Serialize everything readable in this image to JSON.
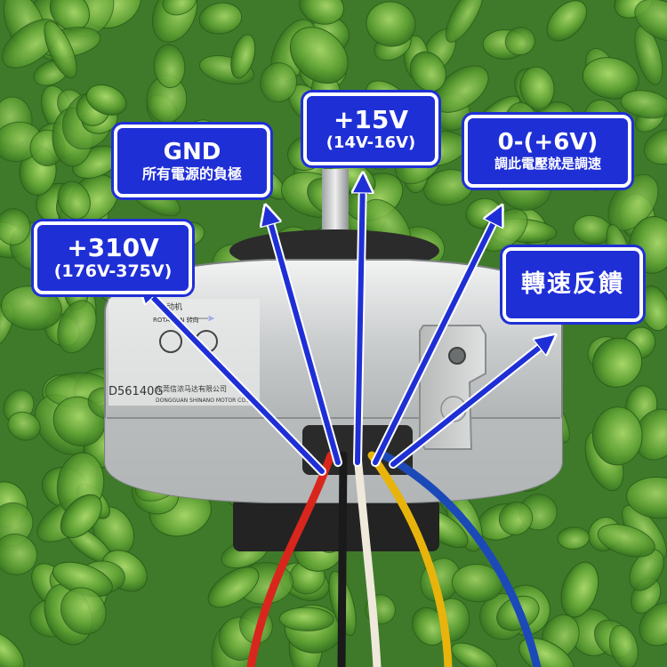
{
  "labels": {
    "v310": {
      "main": "+310V",
      "sub": "(176V-375V)"
    },
    "gnd": {
      "main": "GND",
      "sub": "所有電源的負極"
    },
    "v15": {
      "main": "+15V",
      "sub": "(14V-16V)"
    },
    "v6": {
      "main": "0-(+6V)",
      "sub": "調此電壓就是調速"
    },
    "feedback": {
      "main": "轉速反饋"
    }
  },
  "motor_text": {
    "model": "D56140G",
    "maker_cn": "东莞信浓马达有限公司",
    "maker_en": "DONGGUAN SHINANO MOTOR CO.,LTD.",
    "type_cn": "电动机",
    "rotation": "ROTATION 转向"
  },
  "colors": {
    "callout_fill": "#1f2fd6",
    "callout_border": "#ffffff",
    "arrow": "#1f2fd6",
    "wire_red": "#d9261c",
    "wire_black": "#1a1a1a",
    "wire_white": "#efe9dc",
    "wire_yellow": "#e8b40c",
    "wire_blue": "#1c49b8"
  }
}
